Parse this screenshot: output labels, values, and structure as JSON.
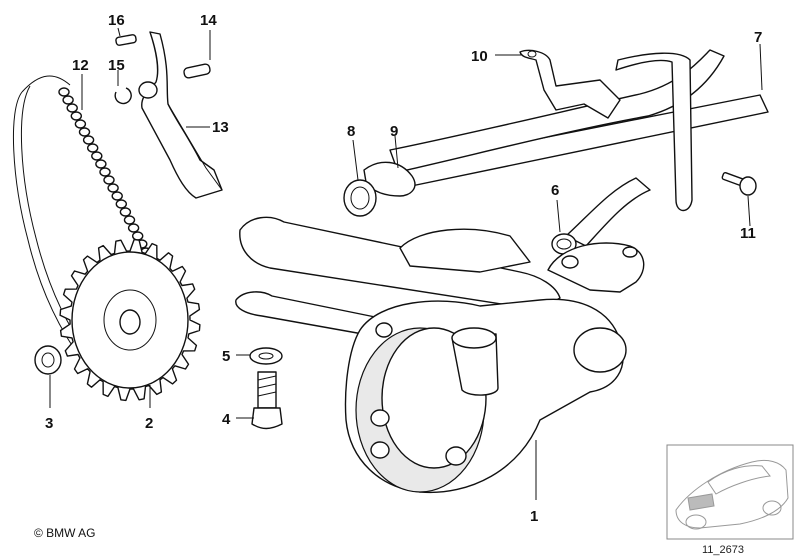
{
  "callouts": [
    "1",
    "2",
    "3",
    "4",
    "5",
    "6",
    "7",
    "8",
    "9",
    "10",
    "11",
    "12",
    "13",
    "14",
    "15",
    "16"
  ],
  "copyright": "© BMW AG",
  "thumbnail_code": "11_2673"
}
